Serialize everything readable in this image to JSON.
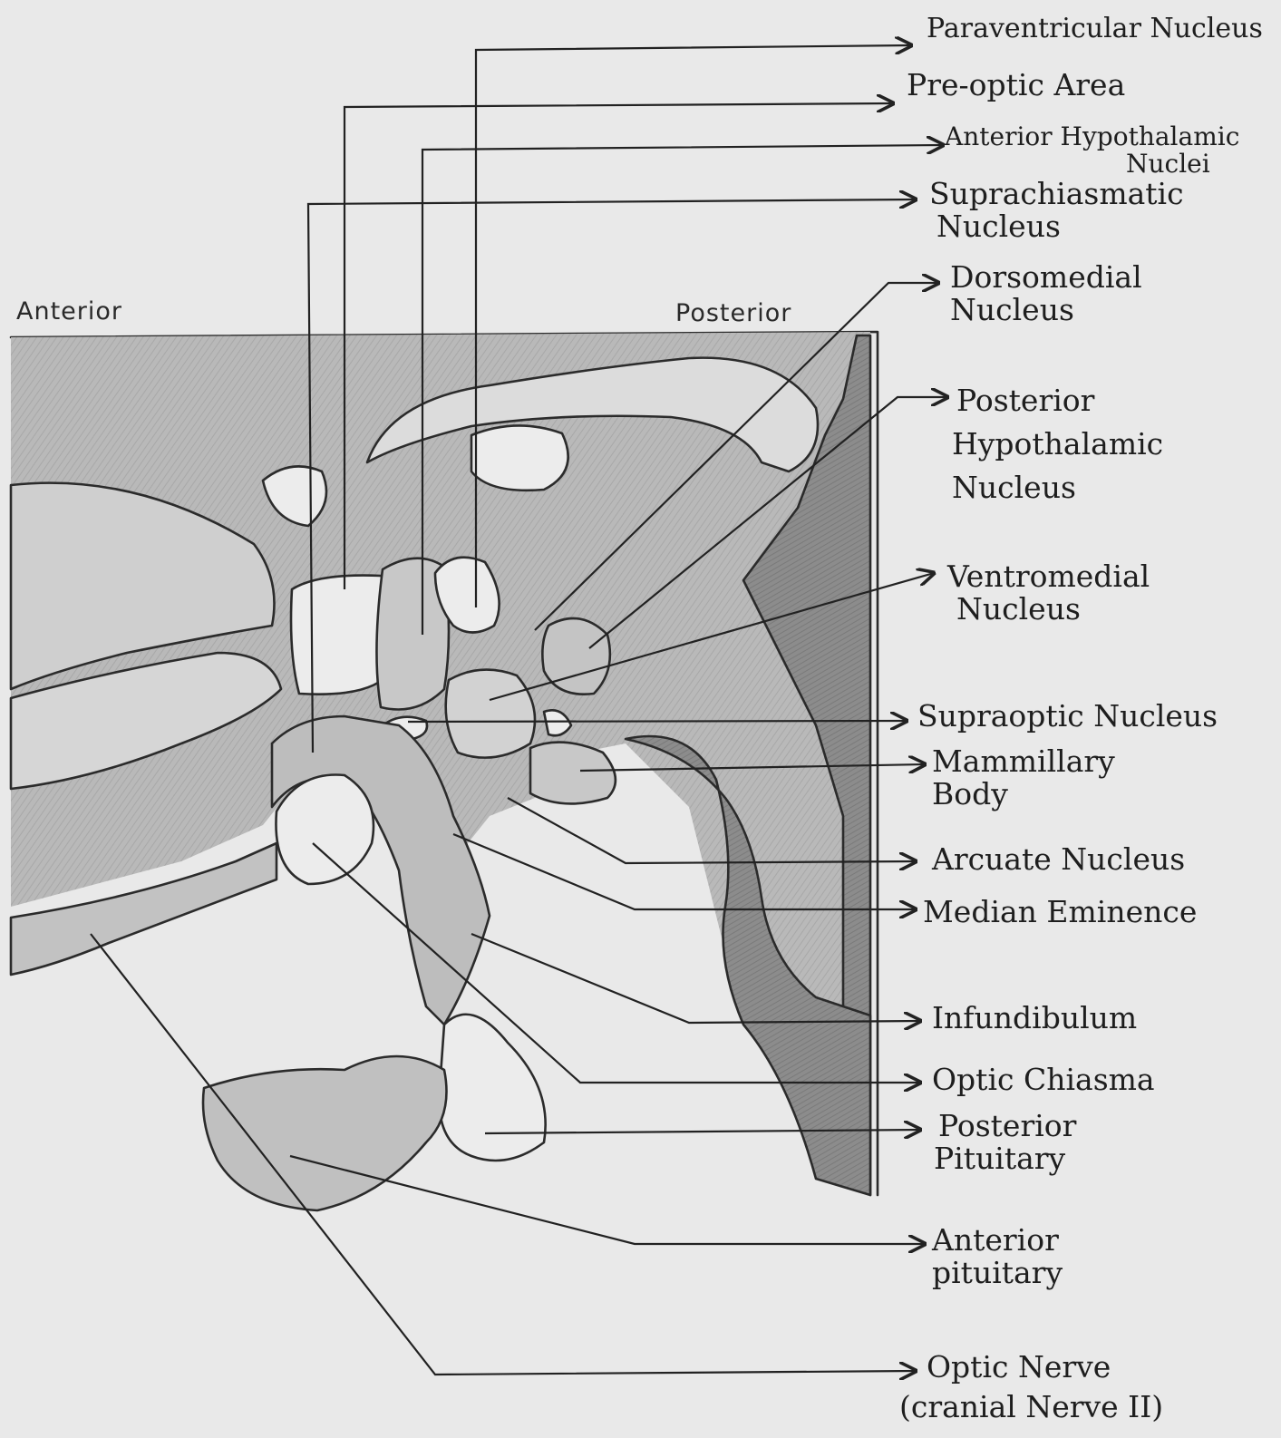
{
  "orientation": {
    "anterior": "Anterior",
    "posterior": "Posterior"
  },
  "labels": [
    {
      "key": "paraventricular",
      "lines": [
        "Paraventricular Nucleus"
      ]
    },
    {
      "key": "preoptic",
      "lines": [
        "Pre-optic Area"
      ]
    },
    {
      "key": "anterior_hypothalamic",
      "lines": [
        "Anterior Hypothalamic",
        "Nuclei"
      ]
    },
    {
      "key": "suprachiasmatic",
      "lines": [
        "Suprachiasmatic",
        "Nucleus"
      ]
    },
    {
      "key": "dorsomedial",
      "lines": [
        "Dorsomedial",
        "Nucleus"
      ]
    },
    {
      "key": "posterior_hypothalamic",
      "lines": [
        "Posterior",
        "Hypothalamic",
        "Nucleus"
      ]
    },
    {
      "key": "ventromedial",
      "lines": [
        "Ventromedial",
        "Nucleus"
      ]
    },
    {
      "key": "supraoptic",
      "lines": [
        "Supraoptic Nucleus"
      ]
    },
    {
      "key": "mammillary",
      "lines": [
        "Mammillary",
        "Body"
      ]
    },
    {
      "key": "arcuate",
      "lines": [
        "Arcuate Nucleus"
      ]
    },
    {
      "key": "median_eminence",
      "lines": [
        "Median Eminence"
      ]
    },
    {
      "key": "infundibulum",
      "lines": [
        "Infundibulum"
      ]
    },
    {
      "key": "optic_chiasma",
      "lines": [
        "Optic Chiasma"
      ]
    },
    {
      "key": "posterior_pituitary",
      "lines": [
        "Posterior",
        "Pituitary"
      ]
    },
    {
      "key": "anterior_pituitary",
      "lines": [
        "Anterior",
        "pituitary"
      ]
    },
    {
      "key": "optic_nerve",
      "lines": [
        "Optic Nerve",
        "(cranial Nerve II)"
      ]
    }
  ]
}
